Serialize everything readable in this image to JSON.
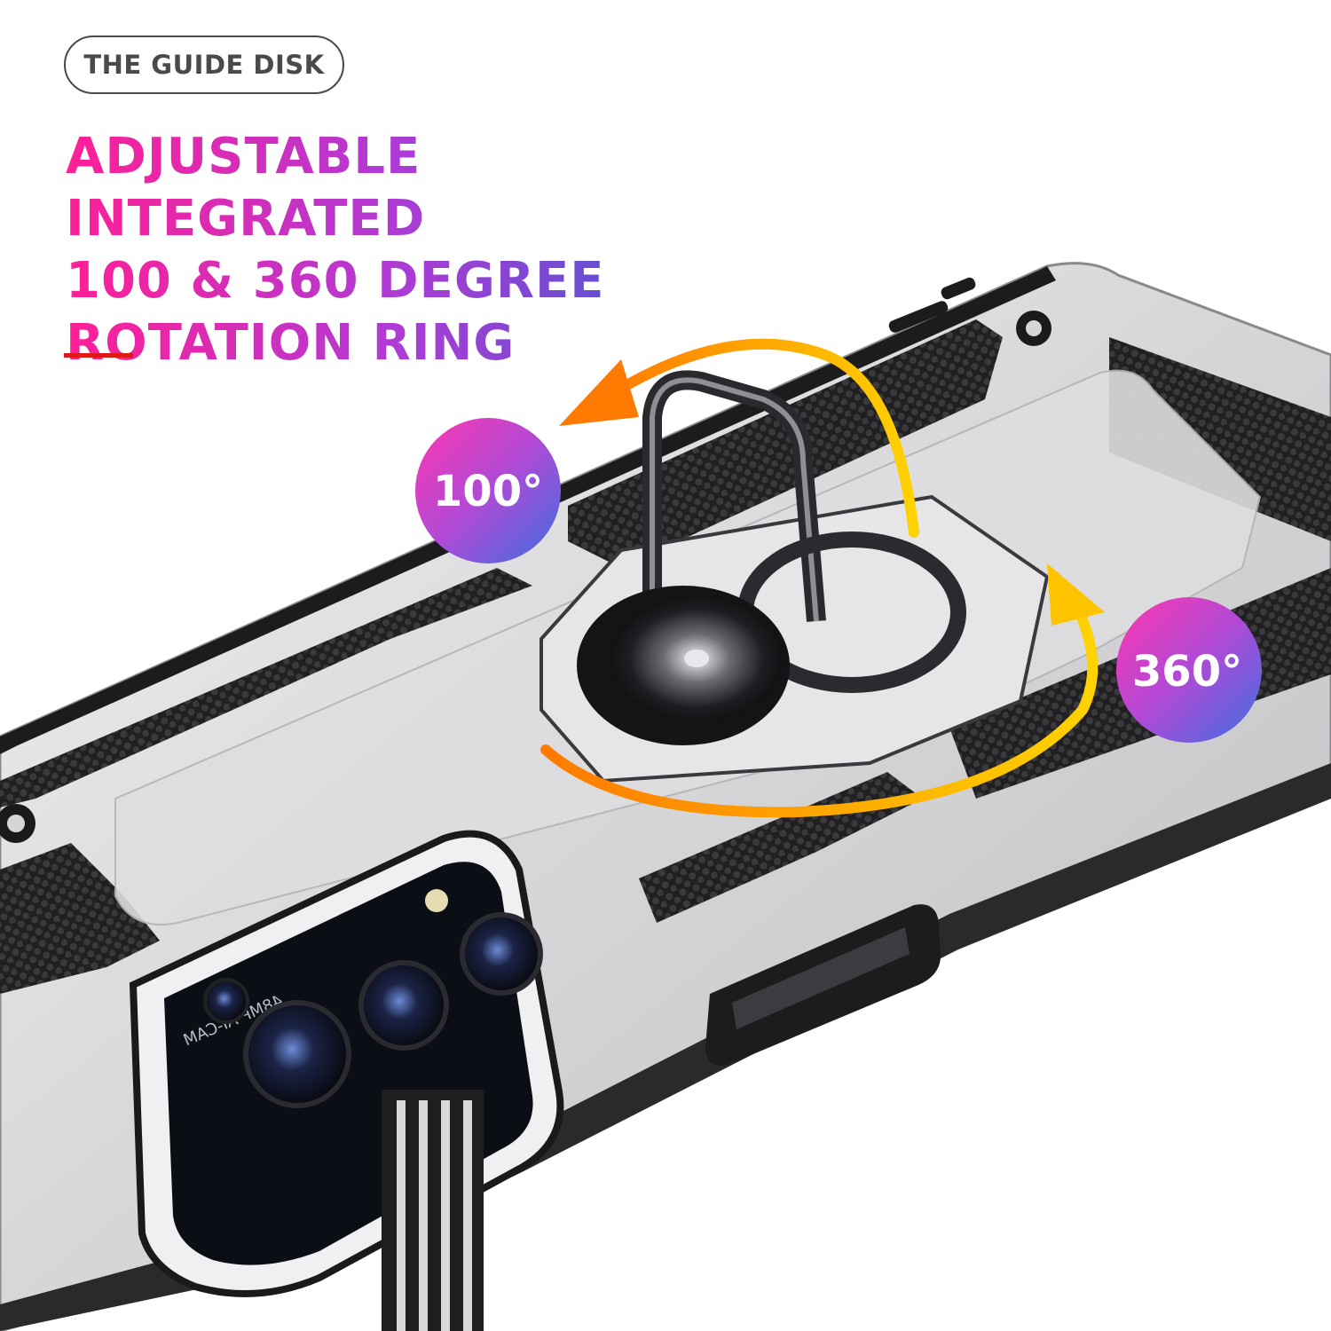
{
  "badge": {
    "label": "THE GUIDE DISK"
  },
  "headline": {
    "line1": "ADJUSTABLE INTEGRATED",
    "line2": "100 & 360 DEGREE",
    "line3": "ROTATION RING"
  },
  "angles": {
    "tilt": "100°",
    "spin": "360°"
  },
  "camera": {
    "module_text": "48MP AI-CAM"
  },
  "colors": {
    "gradient_pink": "#ff1f96",
    "gradient_purple": "#b13ad4",
    "gradient_blue": "#2d5fd1",
    "rule_red": "#e01818",
    "arrow_orange": "#ff7a00",
    "arrow_yellow": "#ffd200",
    "case_silver": "#d8d8da",
    "bumper_black": "#1c1c1e"
  }
}
